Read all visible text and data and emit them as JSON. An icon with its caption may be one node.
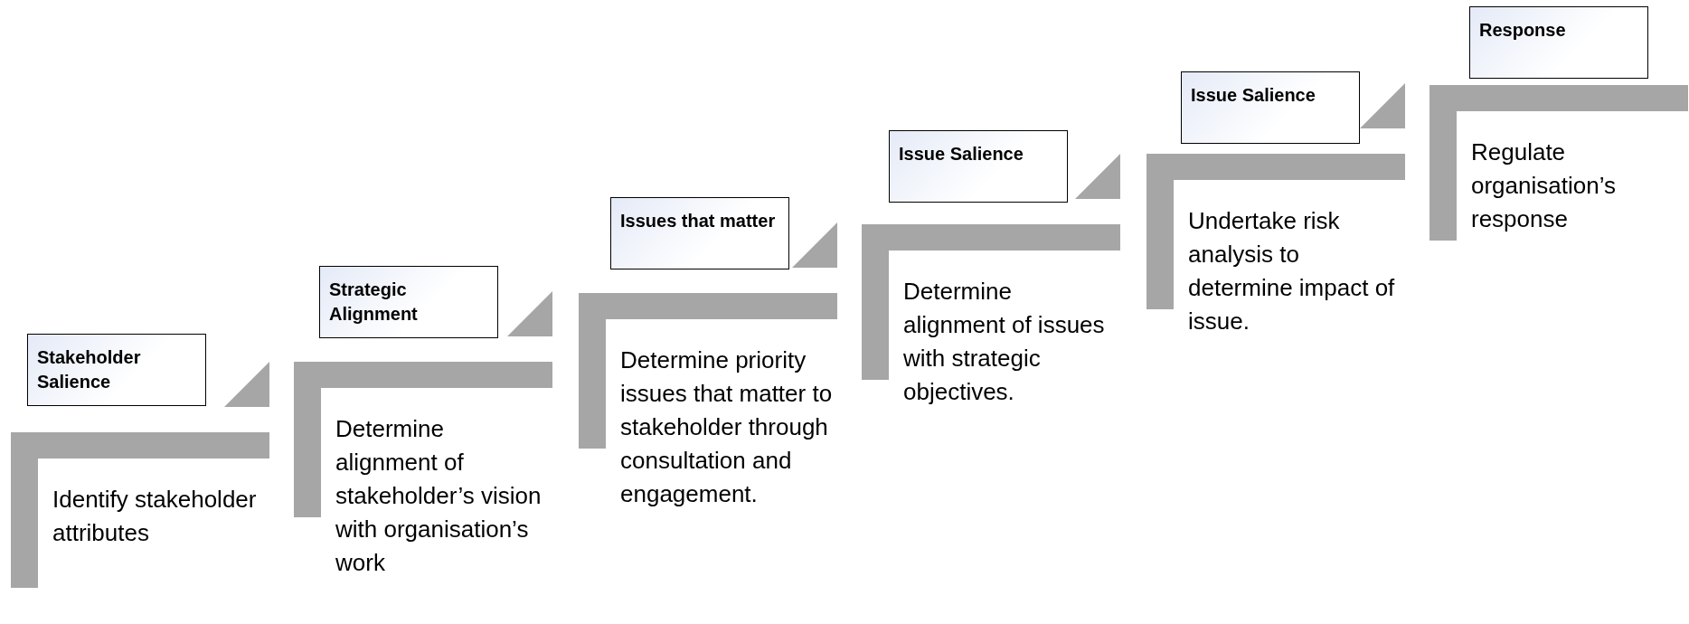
{
  "diagram": {
    "nodes": [
      {
        "text": [
          "Stakeholder Salience"
        ]
      },
      {
        "text": [
          "Identify stakeholder attributes"
        ]
      },
      {
        "text": [
          "Strategic Alignment"
        ]
      },
      {
        "text": [
          "Determine alignment of stakeholder’s vision with organisation’s work"
        ]
      },
      {
        "text": [
          "Issues that matter"
        ]
      },
      {
        "text": [
          "Determine priority issues that matter to stakeholder through consultation and engagement."
        ]
      },
      {
        "text": [
          "Issue Salience"
        ]
      },
      {
        "text": [
          "Determine alignment of issues with strategic objectives."
        ]
      },
      {
        "text": [
          "Issue Salience"
        ]
      },
      {
        "text": [
          "Undertake risk analysis to determine impact of issue."
        ]
      },
      {
        "text": [
          "Response"
        ]
      },
      {
        "text": [
          "Regulate organisation’s response"
        ]
      }
    ]
  }
}
